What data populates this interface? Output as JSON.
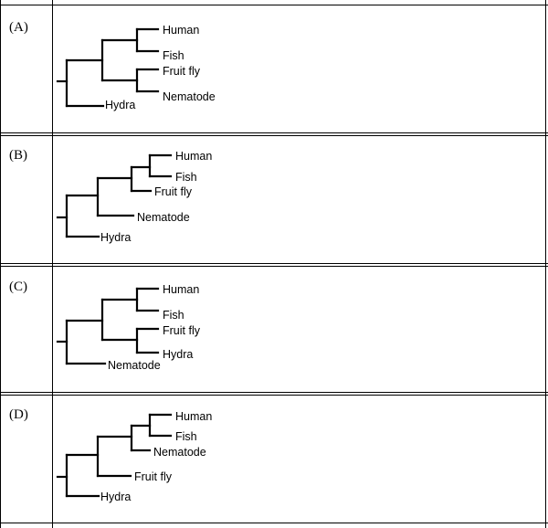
{
  "question_options": [
    {
      "label": "(A)",
      "taxa": [
        "Human",
        "Fish",
        "Fruit fly",
        "Nematode",
        "Hydra"
      ]
    },
    {
      "label": "(B)",
      "taxa": [
        "Human",
        "Fish",
        "Fruit fly",
        "Nematode",
        "Hydra"
      ]
    },
    {
      "label": "(C)",
      "taxa": [
        "Human",
        "Fish",
        "Fruit fly",
        "Hydra",
        "Nematode"
      ]
    },
    {
      "label": "(D)",
      "taxa": [
        "Human",
        "Fish",
        "Nematode",
        "Fruit fly",
        "Hydra"
      ]
    }
  ]
}
